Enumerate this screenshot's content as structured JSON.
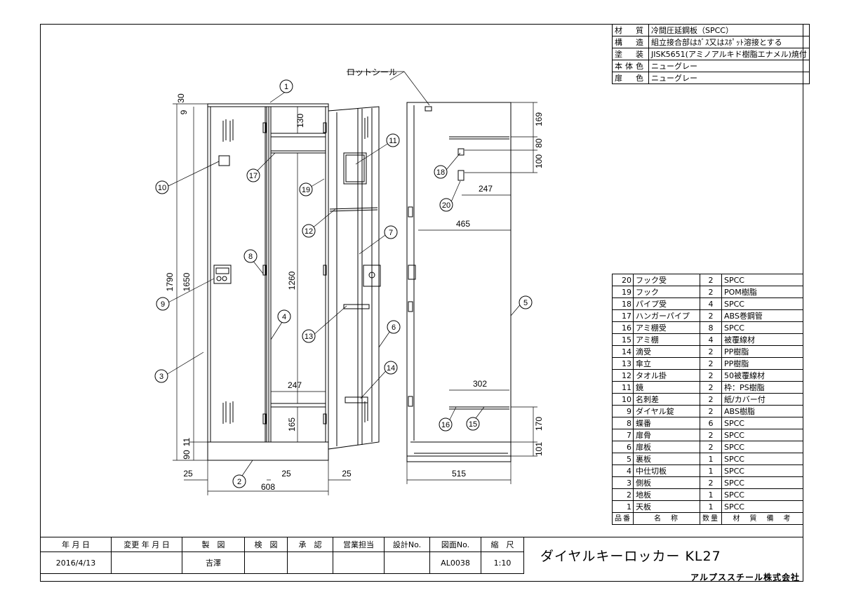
{
  "spec": [
    {
      "key": "材　質",
      "value": "冷間圧延鋼板（SPCC）"
    },
    {
      "key": "構　造",
      "value": "組立接合部はｶﾞｽ又はｽﾎﾟｯﾄ溶接とする"
    },
    {
      "key": "塗　装",
      "value": "JISK5651(アミノアルキド樹脂エナメル)焼付"
    },
    {
      "key": "本体色",
      "value": "ニューグレー"
    },
    {
      "key": "扉　色",
      "value": "ニューグレー"
    }
  ],
  "parts": [
    {
      "no": "20",
      "name": "フック受",
      "qty": "2",
      "material": "SPCC"
    },
    {
      "no": "19",
      "name": "フック",
      "qty": "2",
      "material": "POM樹脂"
    },
    {
      "no": "18",
      "name": "パイプ受",
      "qty": "4",
      "material": "SPCC"
    },
    {
      "no": "17",
      "name": "ハンガーパイプ",
      "qty": "2",
      "material": "ABS巻鋼管"
    },
    {
      "no": "16",
      "name": "アミ棚受",
      "qty": "8",
      "material": "SPCC"
    },
    {
      "no": "15",
      "name": "アミ棚",
      "qty": "4",
      "material": "被覆線材"
    },
    {
      "no": "14",
      "name": "滴受",
      "qty": "2",
      "material": "PP樹脂"
    },
    {
      "no": "13",
      "name": "傘立",
      "qty": "2",
      "material": "PP樹脂"
    },
    {
      "no": "12",
      "name": "タオル掛",
      "qty": "2",
      "material": "50被覆線材"
    },
    {
      "no": "11",
      "name": "鏡",
      "qty": "2",
      "material": "枠：PS樹脂"
    },
    {
      "no": "10",
      "name": "名刺差",
      "qty": "2",
      "material": "紙/カバー付"
    },
    {
      "no": "9",
      "name": "ダイヤル錠",
      "qty": "2",
      "material": "ABS樹脂"
    },
    {
      "no": "8",
      "name": "蝶番",
      "qty": "6",
      "material": "SPCC"
    },
    {
      "no": "7",
      "name": "扉骨",
      "qty": "2",
      "material": "SPCC"
    },
    {
      "no": "6",
      "name": "扉板",
      "qty": "2",
      "material": "SPCC"
    },
    {
      "no": "5",
      "name": "裏板",
      "qty": "1",
      "material": "SPCC"
    },
    {
      "no": "4",
      "name": "中仕切板",
      "qty": "1",
      "material": "SPCC"
    },
    {
      "no": "3",
      "name": "側板",
      "qty": "2",
      "material": "SPCC"
    },
    {
      "no": "2",
      "name": "地板",
      "qty": "1",
      "material": "SPCC"
    },
    {
      "no": "1",
      "name": "天板",
      "qty": "1",
      "material": "SPCC"
    }
  ],
  "parts_header": {
    "no": "品番",
    "name": "名　称",
    "qty": "数量",
    "material": "材　質　備　考"
  },
  "title_block": {
    "headers": [
      "年 月 日",
      "変更 年 月 日",
      "製　図",
      "検　図",
      "承　認",
      "営業担当",
      "設計No.",
      "図面No.",
      "縮　尺"
    ],
    "values": [
      "2016/4/13",
      "",
      "吉澤",
      "",
      "",
      "",
      "",
      "AL0038",
      "1:10"
    ],
    "product": "ダイヤルキーロッカー KL27",
    "company": "アルプススチール株式会社"
  },
  "seal_label": "ロットシール",
  "dims": {
    "h30": "30",
    "h9": "9",
    "h1790": "1790",
    "h1650": "1650",
    "h11": "11",
    "h90": "90",
    "h130": "130",
    "h1260": "1260",
    "h247a": "247",
    "h165": "165",
    "w25a": "25",
    "w25b": "25",
    "w25c": "25",
    "w608": "608",
    "s169": "169",
    "s80": "80",
    "s100": "100",
    "s247": "247",
    "s465": "465",
    "s302": "302",
    "s170": "170",
    "s101": "101",
    "s515": "515"
  },
  "callouts": [
    "1",
    "2",
    "3",
    "4",
    "5",
    "6",
    "7",
    "8",
    "9",
    "10",
    "11",
    "12",
    "13",
    "14",
    "15",
    "16",
    "17",
    "18",
    "19",
    "20"
  ]
}
